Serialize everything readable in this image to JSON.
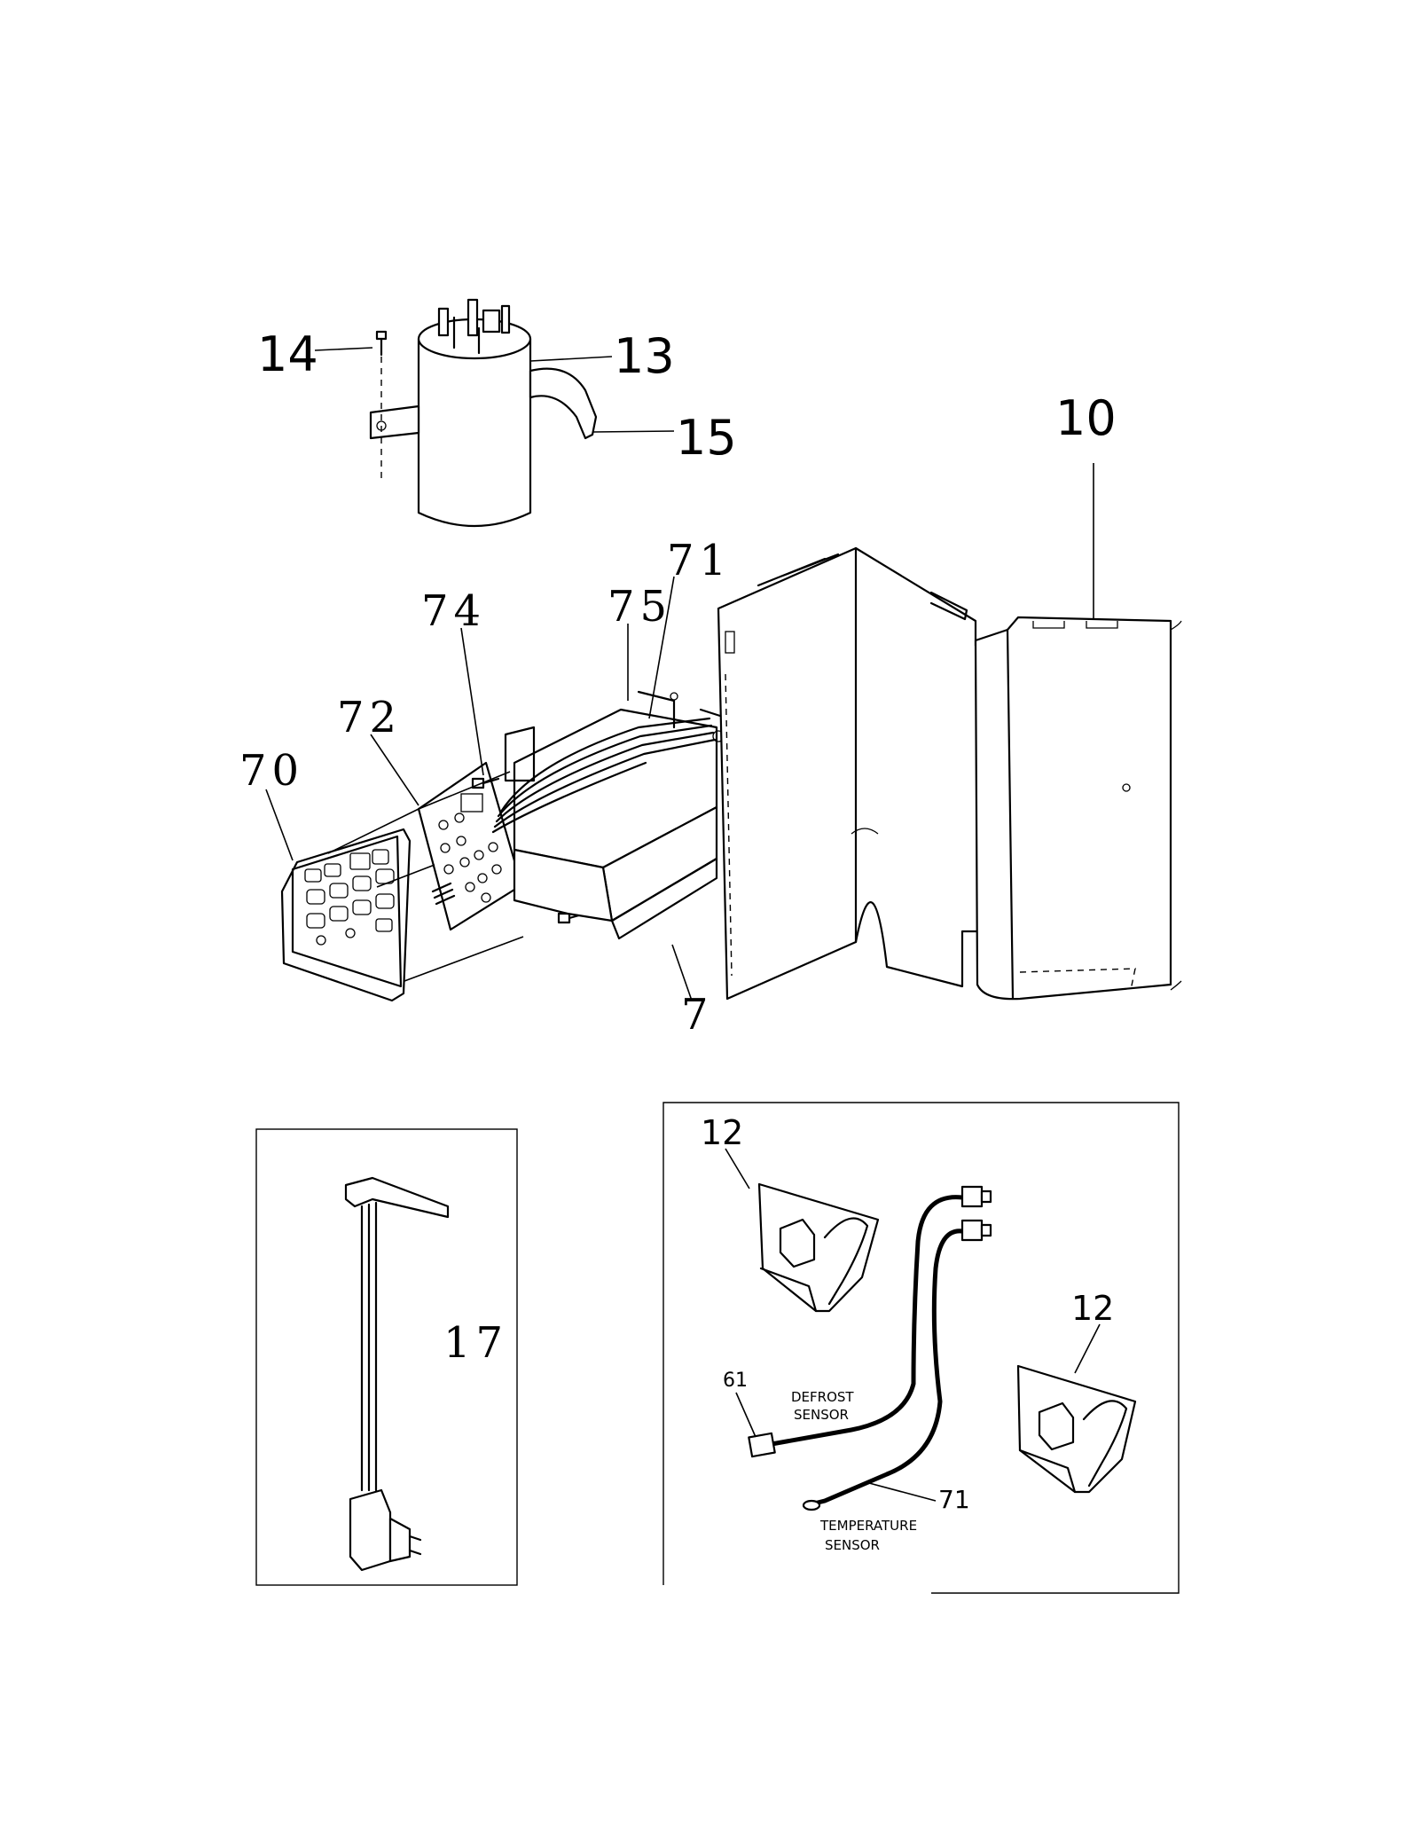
{
  "parts": {
    "p14": "14",
    "p13": "13",
    "p15": "15",
    "p10": "10",
    "p71_top": "71",
    "p75": "75",
    "p74": "74",
    "p72": "72",
    "p70": "70",
    "p7": "7",
    "p17": "17",
    "p12_top": "12",
    "p12_right": "12",
    "p61": "61",
    "p71_wire": "71"
  },
  "sensor_labels": {
    "defrost_line1": "DEFROST",
    "defrost_line2": "SENSOR",
    "temp_line1": "TEMPERATURE",
    "temp_line2": "SENSOR"
  }
}
